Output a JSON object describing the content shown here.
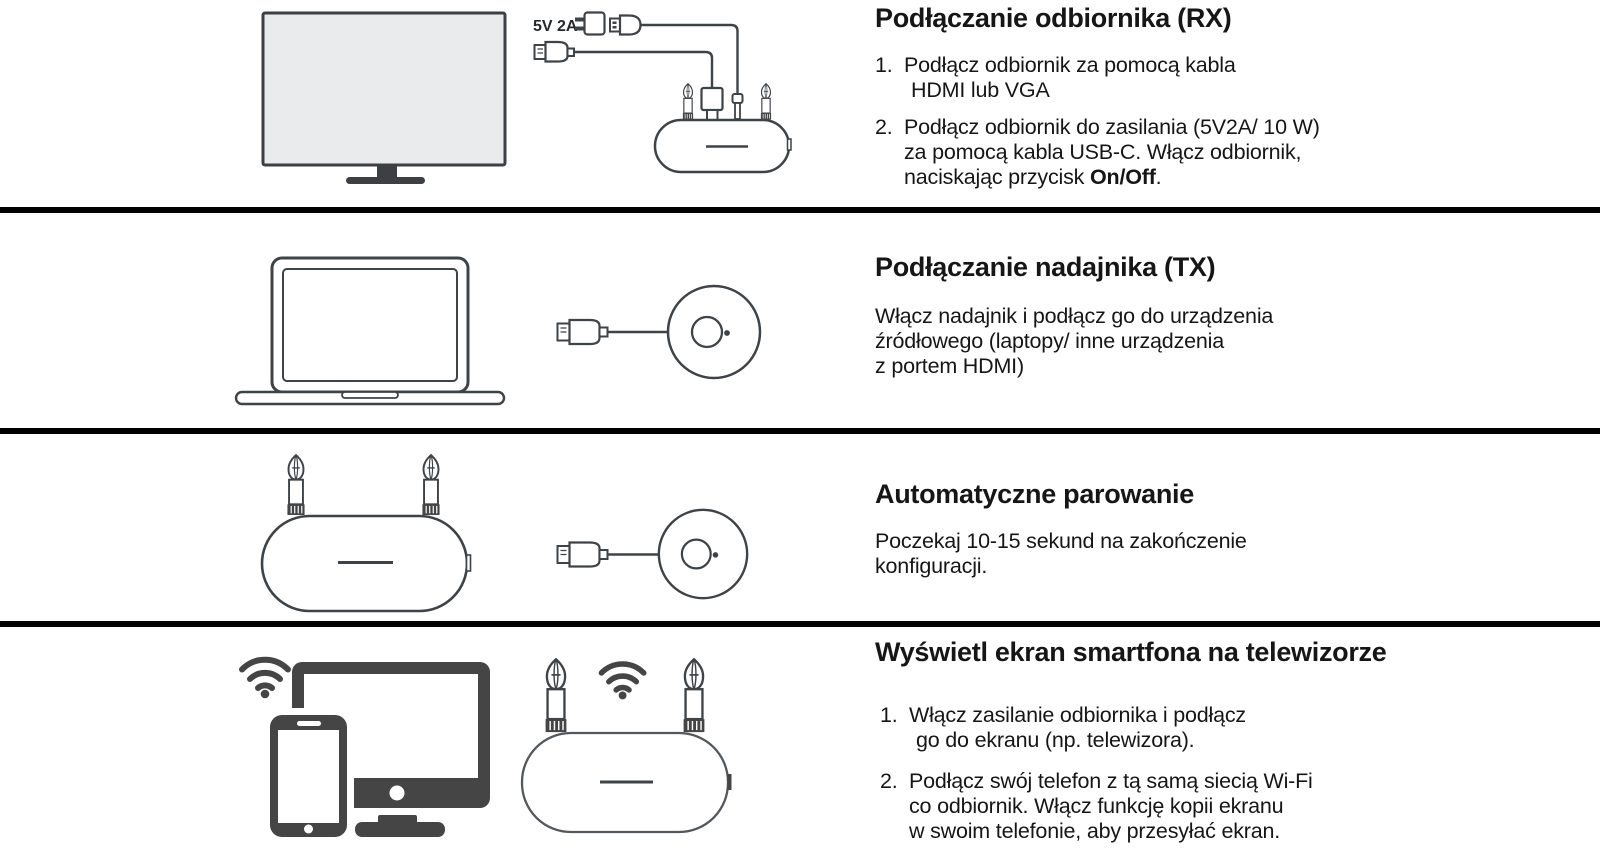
{
  "page": {
    "language": "pl",
    "colors": {
      "text": "#161616",
      "divider": "#000000",
      "outline": "#3e4347",
      "filled_icon": "#454545",
      "tv_screen": "#e9ebed"
    }
  },
  "sections": [
    {
      "id": "rx",
      "title": "Podłączanie odbiornika (RX)",
      "steps": [
        {
          "num": "1.",
          "lines": [
            "Podłącz odbiornik za pomocą kabla",
            "HDMI lub VGA"
          ]
        },
        {
          "num": "2.",
          "lines": [
            "Podłącz odbiornik do zasilania (5V2A/ 10 W)",
            "za pomocą kabla USB-C. Włącz odbiornik,"
          ],
          "rich_line": {
            "prefix": "naciskając przycisk ",
            "bold": "On/Off",
            "suffix": "."
          }
        }
      ],
      "illustration": {
        "power_label": "5V 2A",
        "icons": [
          "tv-icon",
          "power-adapter-icon",
          "usb-plug-icon",
          "hdmi-plug-icon",
          "usb-c-connector-icon",
          "hdmi-connector-icon",
          "receiver-icon",
          "antenna-icon"
        ]
      }
    },
    {
      "id": "tx",
      "title": "Podłączanie nadajnika (TX)",
      "paragraph_lines": [
        "Włącz nadajnik i podłącz go do urządzenia",
        "źródłowego (laptopy/ inne urządzenia",
        "z portem HDMI)"
      ],
      "illustration": {
        "icons": [
          "laptop-icon",
          "hdmi-plug-icon",
          "transmitter-puck-icon"
        ]
      }
    },
    {
      "id": "pairing",
      "title": "Automatyczne parowanie",
      "paragraph_lines": [
        "Poczekaj 10-15 sekund na zakończenie",
        "konfiguracji."
      ],
      "illustration": {
        "icons": [
          "receiver-icon",
          "antenna-icon",
          "hdmi-plug-icon",
          "transmitter-puck-icon"
        ]
      }
    },
    {
      "id": "cast",
      "title": "Wyświetl ekran smartfona na telewizorze",
      "steps": [
        {
          "num": "1.",
          "lines": [
            "Włącz zasilanie odbiornika i podłącz",
            "go do ekranu (np. telewizora)."
          ]
        },
        {
          "num": "2.",
          "lines": [
            "Podłącz swój telefon z tą samą siecią Wi-Fi",
            "co odbiornik. Włącz funkcję kopii ekranu",
            "w swoim telefonie, aby przesyłać ekran."
          ]
        }
      ],
      "illustration": {
        "icons": [
          "wifi-icon",
          "monitor-icon",
          "smartphone-icon",
          "receiver-icon",
          "antenna-icon",
          "wifi-icon"
        ]
      }
    }
  ]
}
